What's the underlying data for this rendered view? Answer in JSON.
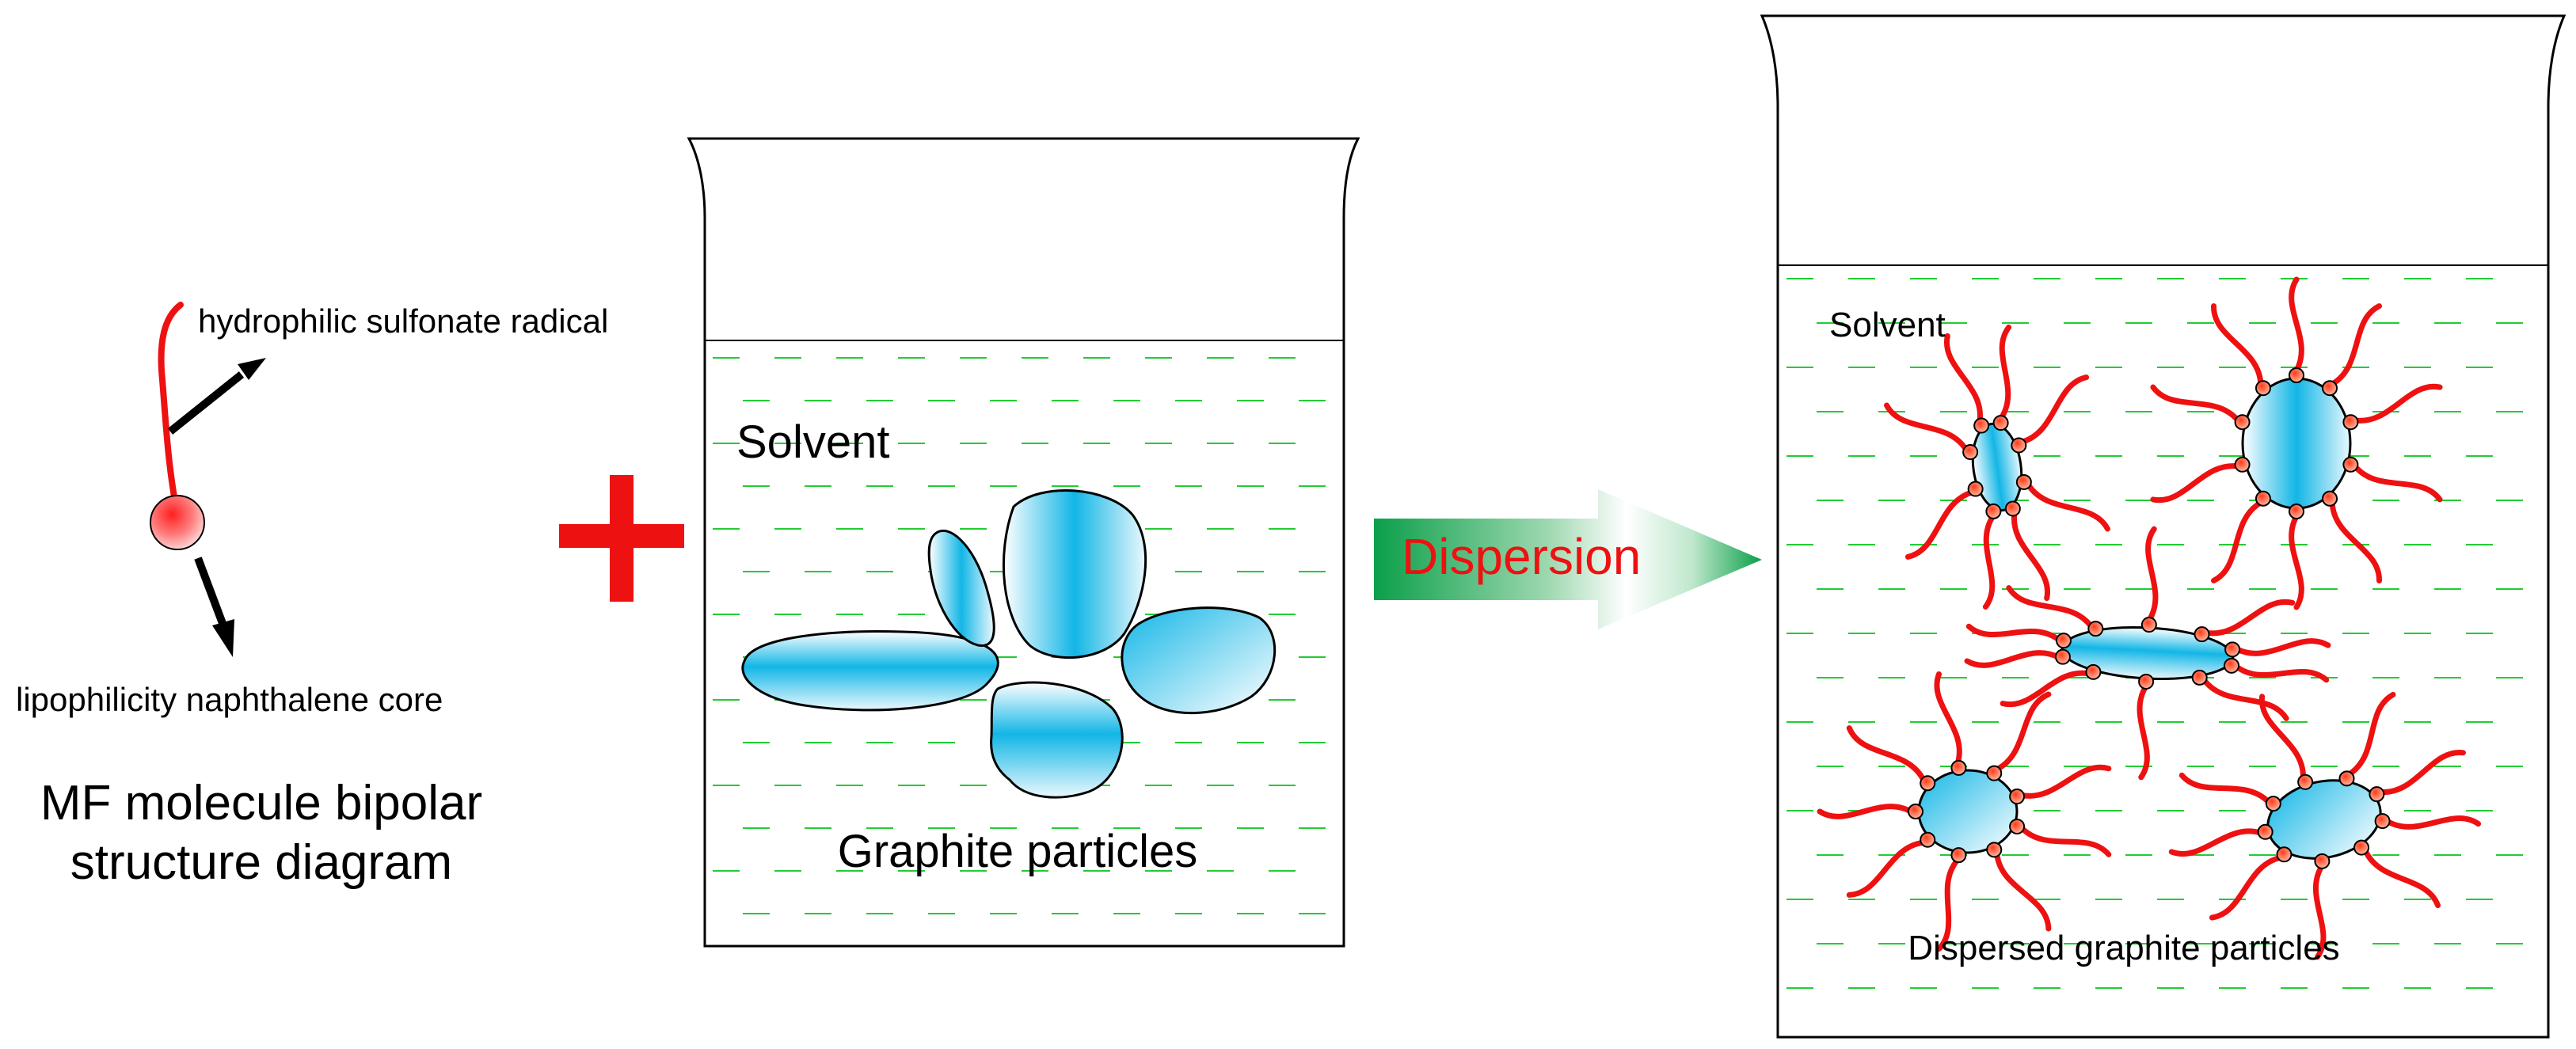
{
  "molecule": {
    "head_label": "hydrophilic sulfonate radical",
    "core_label": "lipophilicity naphthalene core",
    "caption_line1": "MF molecule bipolar",
    "caption_line2": "structure diagram"
  },
  "operator": {
    "symbol": "plus"
  },
  "beaker_before": {
    "solvent_label": "Solvent",
    "particles_label": "Graphite particles"
  },
  "process_arrow": {
    "label": "Dispersion"
  },
  "beaker_after": {
    "solvent_label": "Solvent",
    "particles_label": "Dispersed graphite particles"
  },
  "colors": {
    "tail": "#ee1111",
    "plus": "#ee1111",
    "arrow_label": "#ee1111",
    "arrow_fill_start": "#10a050",
    "solvent_lines": "#22cc33",
    "particle": "#12b6e6",
    "head": "#f26b3a"
  }
}
